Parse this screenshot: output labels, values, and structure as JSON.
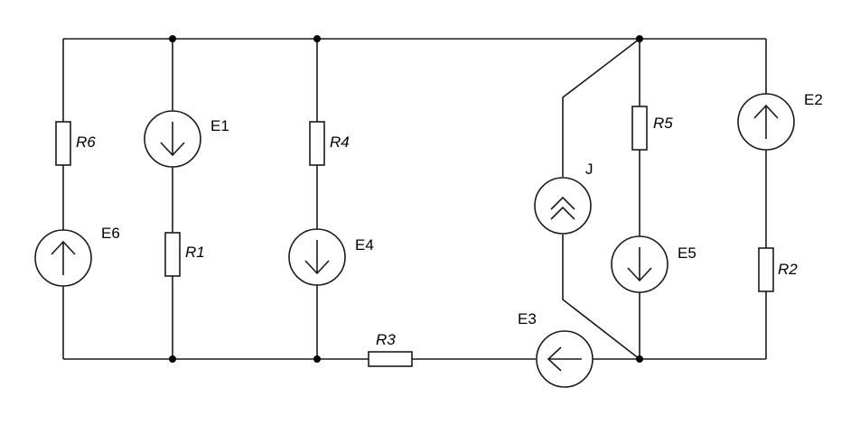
{
  "labels": {
    "r6": "R6",
    "r1": "R1",
    "r4": "R4",
    "r3": "R3",
    "r5": "R5",
    "r2": "R2",
    "e1": "E1",
    "e2": "E2",
    "e3": "E3",
    "e4": "E4",
    "e5": "E5",
    "e6": "E6",
    "j": "J"
  }
}
